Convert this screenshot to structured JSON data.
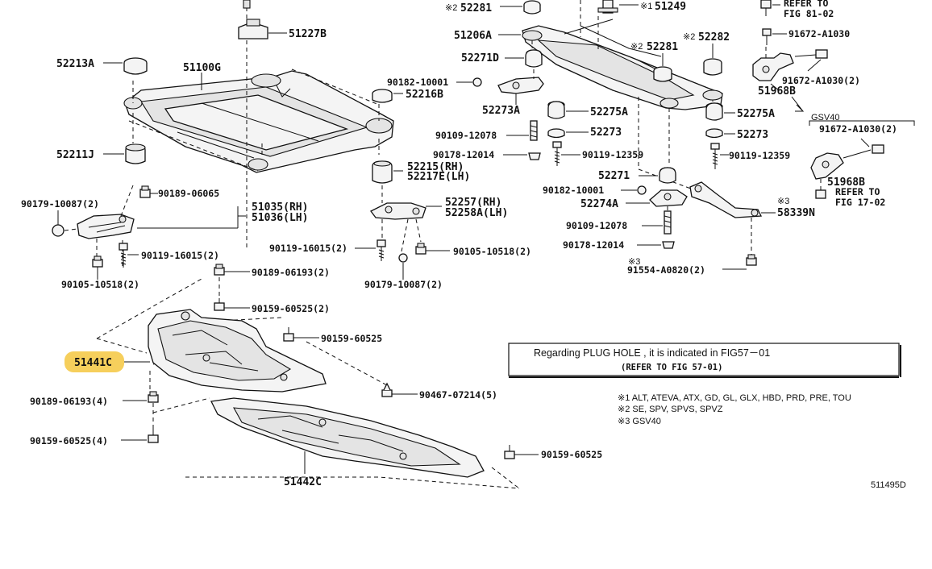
{
  "labels": {
    "p52281_top": "52281",
    "p51249": "51249",
    "ref_81_a": "REFER TO",
    "ref_81_b": "FIG 81-02",
    "p51227b": "51227B",
    "p51206a": "51206A",
    "p52282": "52282",
    "p91672_a": "91672-A1030",
    "p52213a": "52213A",
    "p51100g": "51100G",
    "p52281_b": "52281",
    "p52271d": "52271D",
    "p91672_b": "91672-A1030(2)",
    "p90182_a": "90182-10001",
    "p52216b": "52216B",
    "p51968b_a": "51968B",
    "p52273a": "52273A",
    "p52275a_l": "52275A",
    "p52275a_r": "52275A",
    "gsv40": "GSV40",
    "p91672_c": "91672-A1030(2)",
    "p90109_a": "90109-12078",
    "p52273_l": "52273",
    "p52273_r": "52273",
    "p52211j": "52211J",
    "p90178_a": "90178-12014",
    "p90119_a": "90119-12359",
    "p90119_b": "90119-12359",
    "p52215": "52215(RH)",
    "p52217e": "52217E(LH)",
    "p52271": "52271",
    "p51968b_b": "51968B",
    "ref_17_a": "REFER TO",
    "ref_17_b": "FIG 17-02",
    "p90182_b": "90182-10001",
    "p90189_06065": "90189-06065",
    "p90179_a": "90179-10087(2)",
    "p51035": "51035(RH)",
    "p51036": "51036(LH)",
    "p52274a": "52274A",
    "p58339n": "58339N",
    "p52257": "52257(RH)",
    "p52258a": "52258A(LH)",
    "p90109_b": "90109-12078",
    "p90178_b": "90178-12014",
    "p90119_16015_a": "90119-16015(2)",
    "p90119_16015_b": "90119-16015(2)",
    "p90105_a": "90105-10518(2)",
    "p90105_b": "90105-10518(2)",
    "p91554": "91554-A0820(2)",
    "p90189_06193_a": "90189-06193(2)",
    "p90179_b": "90179-10087(2)",
    "p90159_60525_2": "90159-60525(2)",
    "p90159_60525_a": "90159-60525",
    "p51441c": "51441C",
    "p90467": "90467-07214(5)",
    "p90189_06193_4": "90189-06193(4)",
    "p90159_60525_4": "90159-60525(4)",
    "p90159_60525_b": "90159-60525",
    "p51442c": "51442C",
    "diagram_code": "511495D"
  },
  "marks": {
    "m1": "※1",
    "m2": "※2",
    "m3": "※3"
  },
  "notice": {
    "line1": "Regarding   PLUG  HOLE  , it  is  indicated   in  FIG57－01",
    "line2": "(REFER TO FIG 57-01)"
  },
  "footnotes": {
    "f1": "※1 ALT, ATEVA, ATX, GD, GL, GLX, HBD, PRD, PRE, TOU",
    "f2": "※2 SE, SPV, SPVS, SPVZ",
    "f3": "※3 GSV40"
  },
  "highlight_color": "#f6cf5c"
}
